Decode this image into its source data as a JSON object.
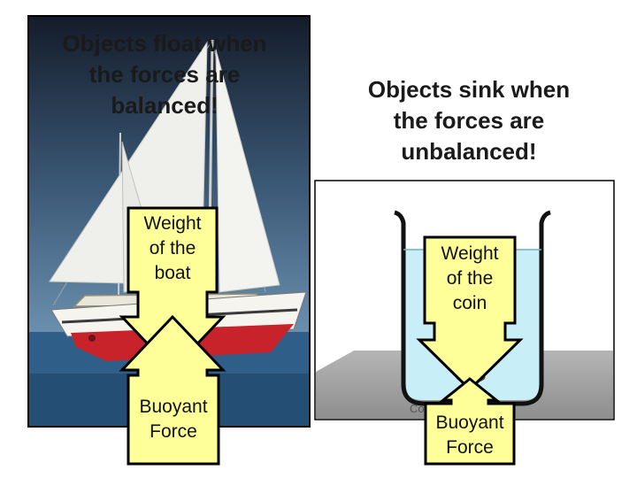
{
  "float_panel": {
    "title": "Objects float when\nthe forces are\nbalanced!",
    "weight_label": "Weight\nof the\nboat",
    "buoyant_label": "Buoyant\nForce"
  },
  "sink_panel": {
    "title": "Objects sink when\nthe forces are\nunbalanced!",
    "weight_label": "Weight\nof the\ncoin",
    "buoyant_label": "Buoyant\nForce",
    "photo_caption": "Coin"
  },
  "colors": {
    "arrow_fill": "#ffff99",
    "arrow_stroke": "#000000",
    "sky_top": "#1b2433",
    "sky_bottom": "#4a6e8c",
    "sea": "#2d5d86",
    "hull_red": "#c8232b",
    "water": "#c9eef6",
    "floor": "#a9a9a9"
  }
}
